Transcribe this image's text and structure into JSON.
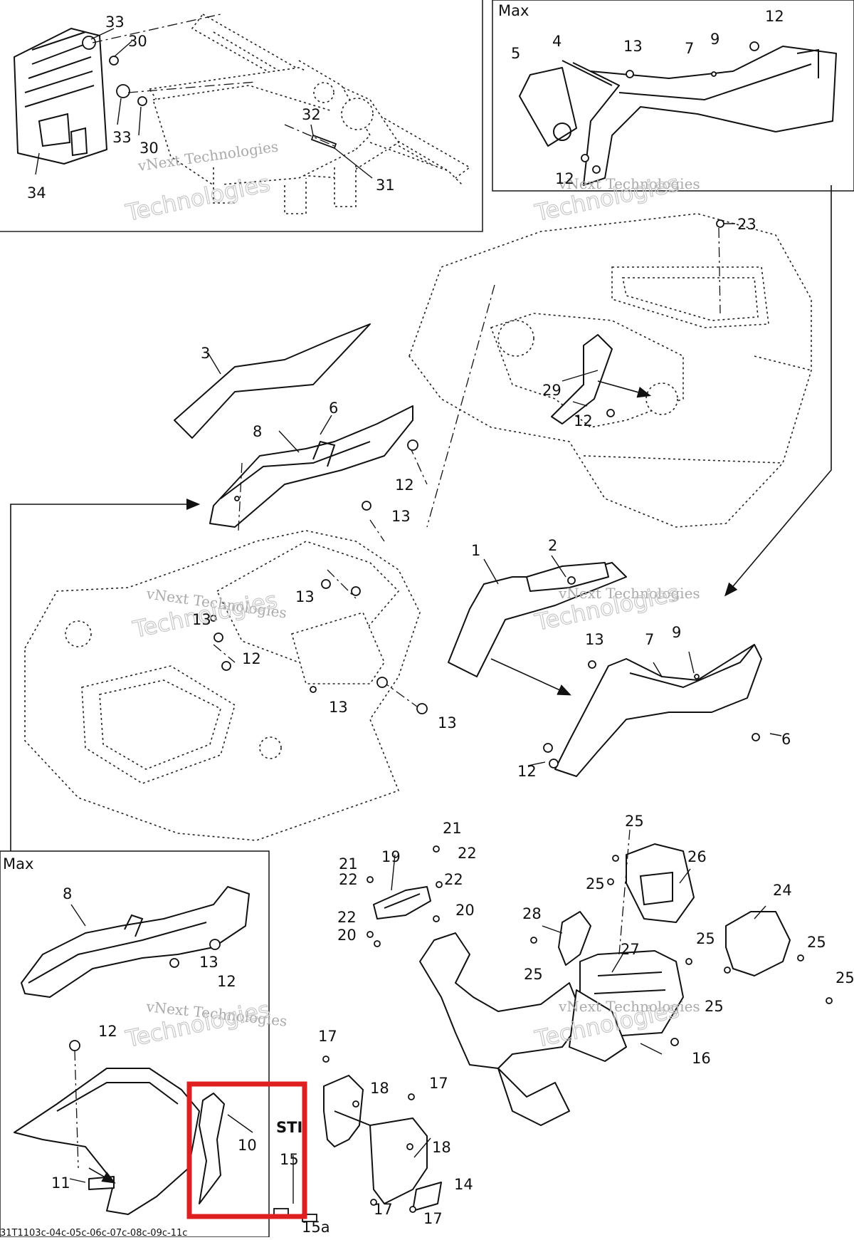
{
  "figure_code": "31T1103c-04c-05c-06c-07c-08c-09c-11c",
  "watermark": {
    "line1": "vNext Technologies",
    "big": "Technologies"
  },
  "insets": [
    {
      "id": "inset-max-top",
      "header": "Max"
    },
    {
      "id": "inset-max-bottom",
      "header": "Max"
    }
  ],
  "sti": {
    "label": "STI",
    "part": "15"
  },
  "callouts": [
    "33",
    "30",
    "33",
    "30",
    "34",
    "32",
    "31",
    "5",
    "4",
    "13",
    "7",
    "9",
    "12",
    "12",
    "23",
    "3",
    "6",
    "8",
    "12",
    "13",
    "29",
    "12",
    "1",
    "2",
    "13",
    "13",
    "12",
    "13",
    "13",
    "13",
    "9",
    "7",
    "6",
    "12",
    "21",
    "22",
    "19",
    "21",
    "22",
    "22",
    "22",
    "20",
    "20",
    "25",
    "26",
    "25",
    "24",
    "28",
    "25",
    "27",
    "25",
    "25",
    "25",
    "16",
    "25",
    "8",
    "13",
    "12",
    "12",
    "10",
    "11",
    "17",
    "18",
    "17",
    "15",
    "18",
    "14",
    "17",
    "17",
    "15a"
  ],
  "highlight": {
    "color": "#e02020",
    "target_part": "10"
  }
}
